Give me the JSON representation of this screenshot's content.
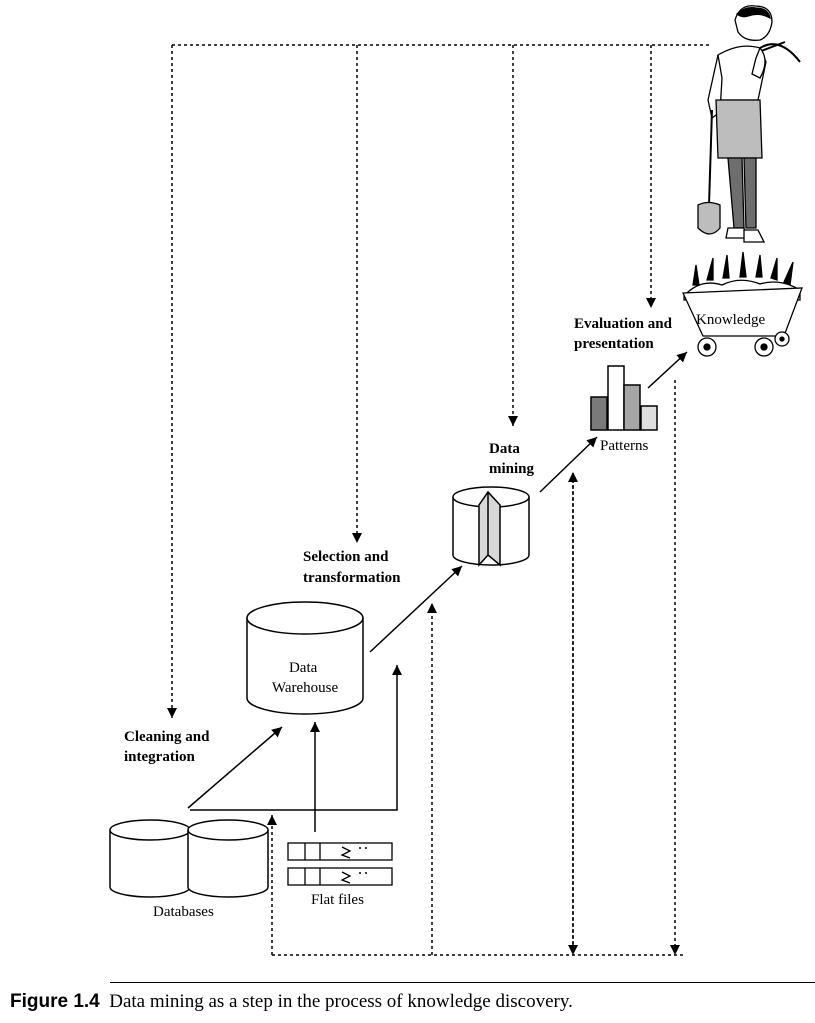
{
  "labels": {
    "cleaning": [
      "Cleaning and",
      "integration"
    ],
    "selection": [
      "Selection and",
      "transformation"
    ],
    "mining": [
      "Data",
      "mining"
    ],
    "evaluation": [
      "Evaluation and",
      "presentation"
    ],
    "warehouse": [
      "Data",
      "Warehouse"
    ],
    "databases": "Databases",
    "flat_files": "Flat files",
    "patterns": "Patterns",
    "knowledge": "Knowledge"
  },
  "caption": {
    "figure": "Figure 1.4",
    "text": "Data mining as a step in the process of knowledge discovery."
  },
  "icons": [
    "database-icon",
    "data-warehouse-icon",
    "flat-file-icon",
    "data-mining-cube-icon",
    "patterns-bar-chart-icon",
    "knowledge-cart-icon",
    "miner-figure-icon"
  ]
}
